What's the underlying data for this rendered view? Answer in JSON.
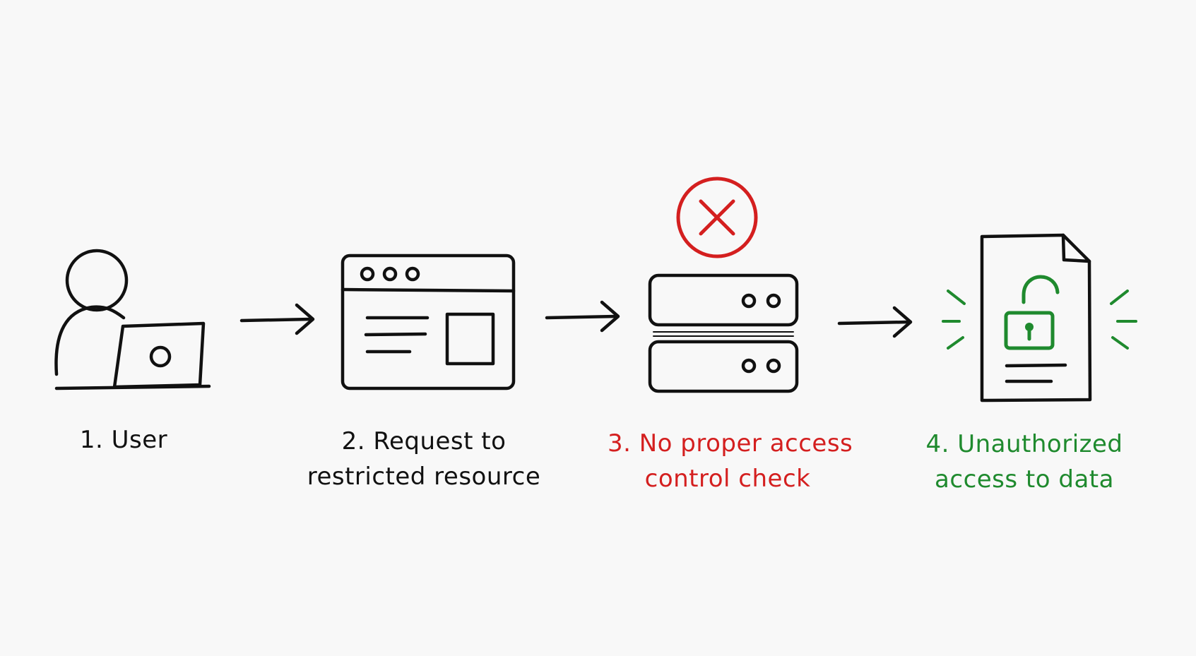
{
  "steps": [
    {
      "lines": [
        "1. User"
      ],
      "color": "#111111",
      "icon": "user-with-laptop-icon"
    },
    {
      "lines": [
        "2. Request to",
        "restricted resource"
      ],
      "color": "#111111",
      "icon": "browser-window-icon"
    },
    {
      "lines": [
        "3. No proper access",
        "control check"
      ],
      "color": "#d41f1f",
      "icon": "server-stack-icon",
      "badge": "error-x-icon"
    },
    {
      "lines": [
        "4. Unauthorized",
        "access to data"
      ],
      "color": "#1f8a2e",
      "icon": "unlocked-document-icon"
    }
  ],
  "connectors": [
    "arrow-right-icon",
    "arrow-right-icon",
    "arrow-right-icon"
  ],
  "colors": {
    "ink": "#111111",
    "danger": "#d41f1f",
    "success": "#1f8a2e",
    "background": "#f8f8f8"
  }
}
